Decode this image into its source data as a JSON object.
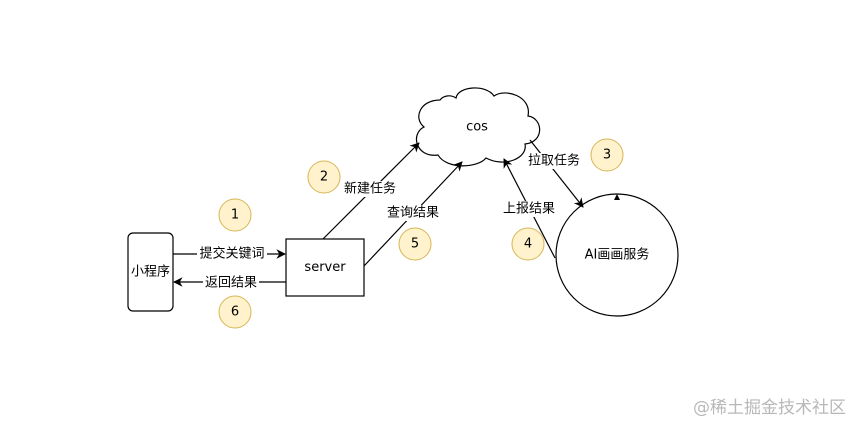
{
  "nodes": {
    "miniprogram": "小程序",
    "server": "server",
    "cos": "cos",
    "ai_service": "AI画画服务"
  },
  "edges": {
    "submit_keyword": "提交关键词",
    "return_result": "返回结果",
    "create_task": "新建任务",
    "query_result": "查询结果",
    "fetch_task": "拉取任务",
    "report_result": "上报结果"
  },
  "steps": [
    "1",
    "2",
    "3",
    "4",
    "5",
    "6"
  ],
  "colors": {
    "step_fill": "#fff2cc",
    "step_stroke": "#d6b656",
    "line": "#000000"
  },
  "watermark": "@稀土掘金技术社区"
}
